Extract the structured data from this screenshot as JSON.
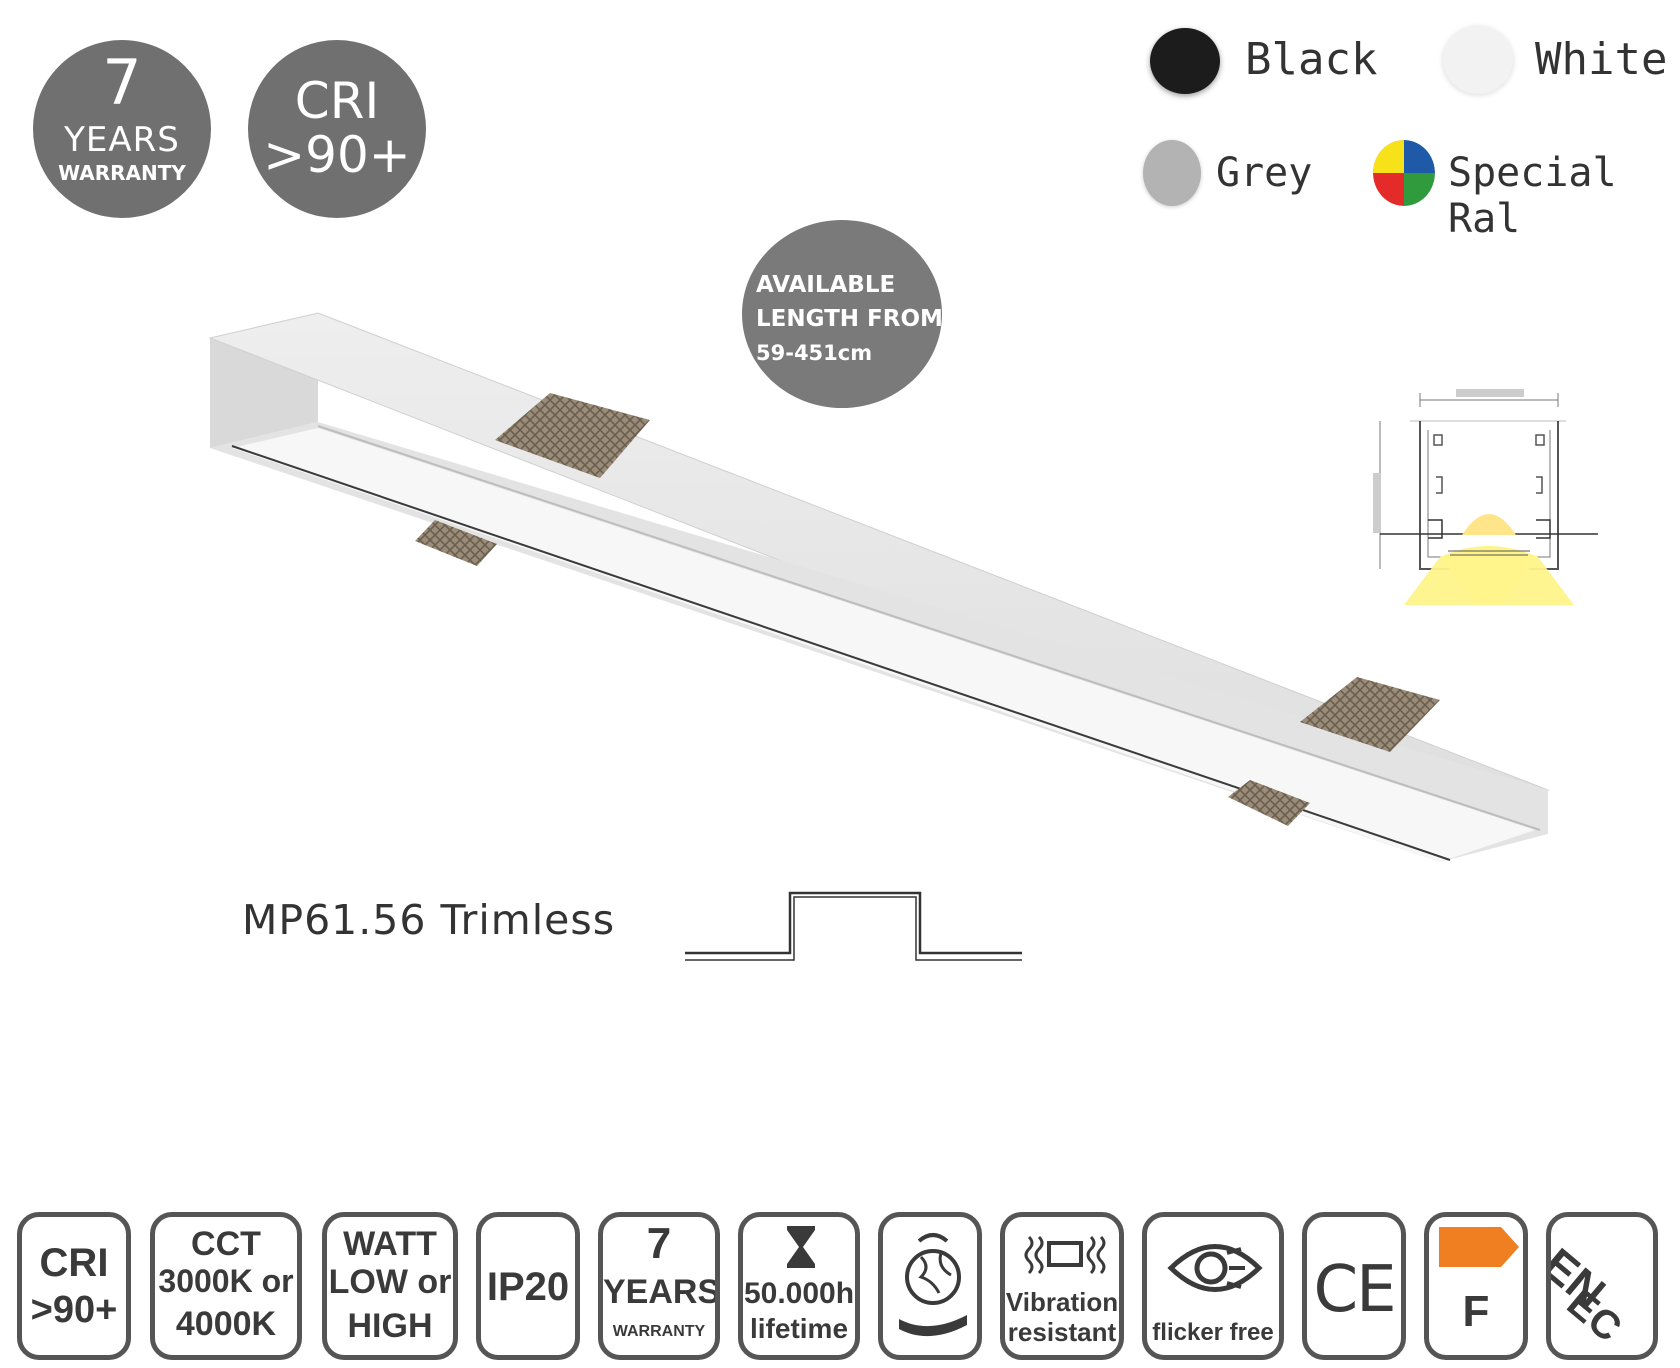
{
  "badges": {
    "warranty": {
      "number": "7",
      "line1": "YEARS",
      "line2": "WARRANTY"
    },
    "cri": {
      "line1": "CRI",
      "line2": ">90+"
    }
  },
  "colors": [
    {
      "label": "Black",
      "hex": "#1c1c1c"
    },
    {
      "label": "White",
      "hex": "#f2f2f2"
    },
    {
      "label": "Grey",
      "hex": "#b3b3b3"
    },
    {
      "label": "Special Ral",
      "hex": "multicolor"
    }
  ],
  "length_badge": {
    "line1": "AVAILABLE",
    "line2": "LENGTH FROM",
    "line3": "59-451cm"
  },
  "product": {
    "model": "MP61.56 Trimless"
  },
  "feature_icons": [
    {
      "lines": [
        "CRI",
        ">90+"
      ]
    },
    {
      "lines": [
        "CCT",
        "3000K or",
        "4000K"
      ]
    },
    {
      "lines": [
        "WATT",
        "LOW or",
        "HIGH"
      ]
    },
    {
      "lines": [
        "IP20"
      ]
    },
    {
      "lines": [
        "7",
        "YEARS",
        "WARRANTY"
      ]
    },
    {
      "lines": [
        "50.000h",
        "lifetime"
      ]
    },
    {
      "lines": []
    },
    {
      "lines": [
        "Vibration",
        "resistant"
      ]
    },
    {
      "lines": [
        "flicker free"
      ]
    },
    {
      "lines": [
        "CE"
      ]
    },
    {
      "lines": [
        "F"
      ]
    },
    {
      "lines": [
        "EN",
        "EC"
      ]
    }
  ]
}
